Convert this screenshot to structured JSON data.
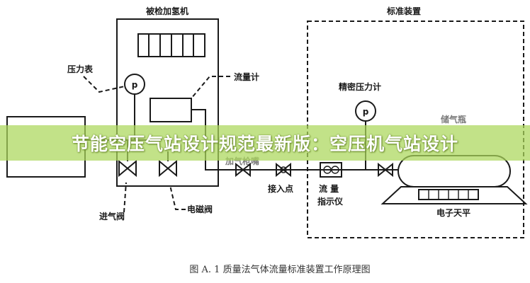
{
  "diagram": {
    "labels": {
      "hydrogen_unit": "被检加氢机",
      "standard_device": "标准装置",
      "pressure_gauge": "压力表",
      "gauge_p": "p",
      "flow_meter": "流量计",
      "precision_gauge": "精密压力计",
      "precision_gauge_p": "p",
      "storage_bottle": "储气瓶",
      "nozzle": "加气枪嘴",
      "connection_point": "接入点",
      "flow_indicator_line1": "流 量",
      "flow_indicator_line2": "指示仪",
      "electronic_scale": "电子天平",
      "inlet_valve": "进气阀",
      "solenoid_valve": "电磁阀",
      "caption": "图 A. 1 质量法气体流量标准装置工作原理图"
    }
  },
  "banner": {
    "title": "节能空压气站设计规范最新版：空压机气站设计",
    "color": "#aad75a"
  }
}
